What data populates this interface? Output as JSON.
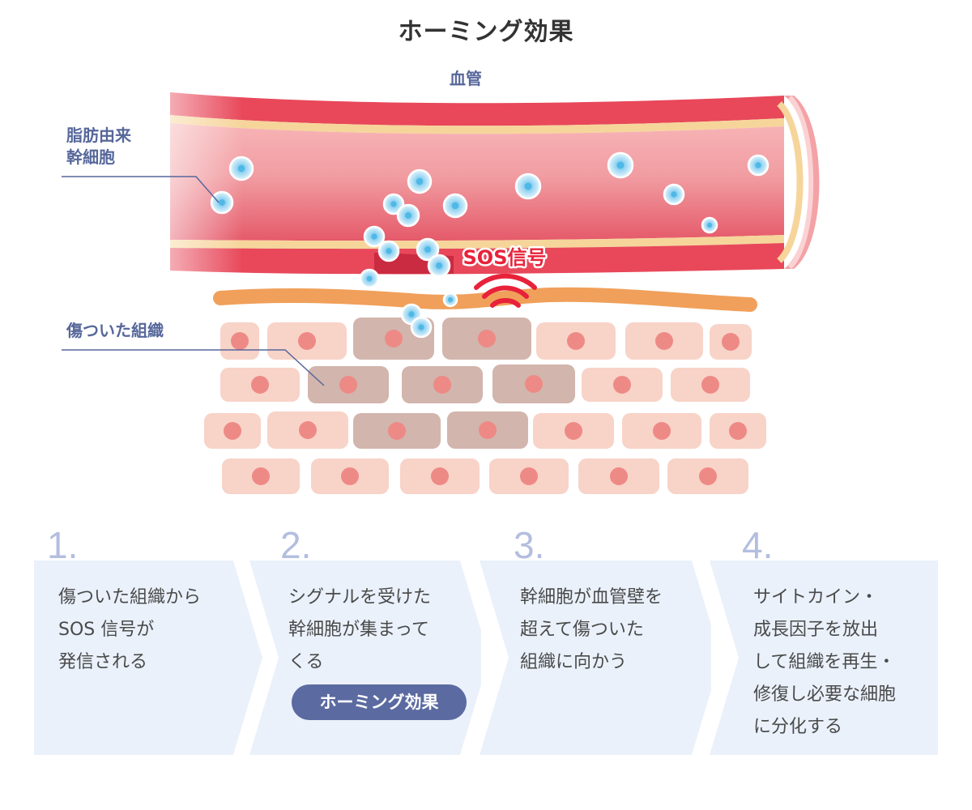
{
  "title": "ホーミング効果",
  "labels": {
    "vessel": "血管",
    "stem_cell_line1": "脂肪由来",
    "stem_cell_line2": "幹細胞",
    "damaged_tissue": "傷ついた組織",
    "sos_signal": "SOS信号"
  },
  "steps": [
    {
      "number": "1.",
      "lines": [
        "傷ついた組織から",
        "SOS 信号が",
        "発信される"
      ]
    },
    {
      "number": "2.",
      "lines": [
        "シグナルを受けた",
        "幹細胞が集まって",
        "くる"
      ],
      "badge": "ホーミング効果"
    },
    {
      "number": "3.",
      "lines": [
        "幹細胞が血管壁を",
        "超えて傷ついた",
        "組織に向かう"
      ]
    },
    {
      "number": "4.",
      "lines": [
        "サイトカイン・",
        "成長因子を放出",
        "して組織を再生・",
        "修復し必要な細胞",
        "に分化する"
      ]
    }
  ],
  "colors": {
    "label_text": "#56679a",
    "step_number": "#b3bedf",
    "step_bg": "#eaf1fb",
    "badge_bg": "#5b6aa0",
    "vessel_wall": "#e8485a",
    "vessel_inner": "#f3a2a6",
    "membrane": "#f0a05a",
    "healthy_cell": "#f8d3c8",
    "damaged_cell": "#d2b5ad",
    "nucleus": "#ee8a86",
    "stem_cell": "#4fb8e6",
    "sos_signal": "#e8223a"
  },
  "icons": {
    "signal": "signal-waves-icon",
    "stem_cell": "stem-cell-icon"
  }
}
